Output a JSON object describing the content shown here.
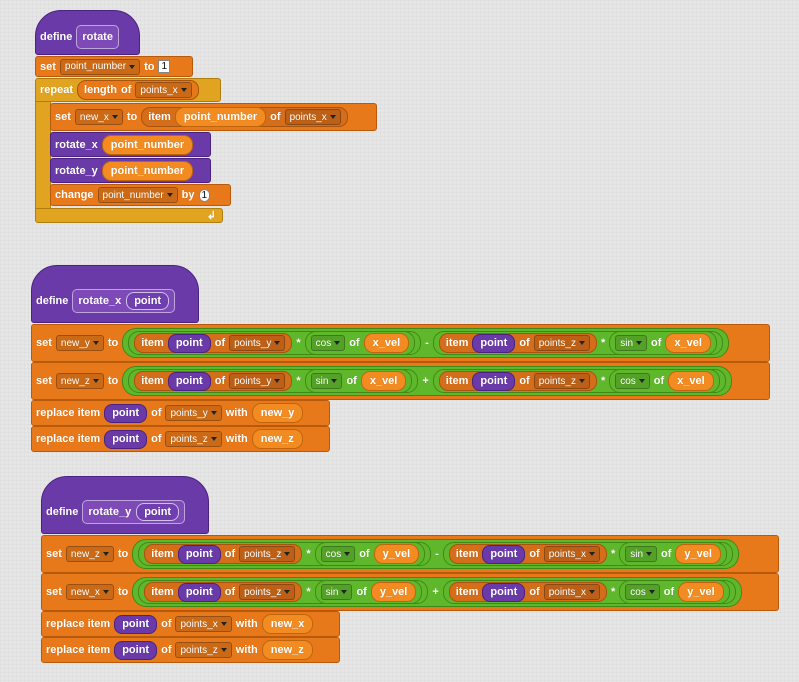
{
  "colors": {
    "motion_orange": "#e8791a",
    "custom_purple": "#6a3aa8",
    "control_gold": "#e0a420",
    "operator_green": "#5fb82c",
    "canvas": "#e6e6e6"
  },
  "kw": {
    "define": "define",
    "set": "set",
    "to": "to",
    "repeat": "repeat",
    "length": "length",
    "of": "of",
    "item": "item",
    "change": "change",
    "by": "by",
    "replace_item": "replace item",
    "with": "with",
    "cos": "cos",
    "sin": "sin",
    "minus": "-",
    "plus": "+",
    "times": "*",
    "one": "1"
  },
  "s1": {
    "name": "rotate",
    "var_point_number": "point_number",
    "list_points_x": "points_x",
    "var_new_x": "new_x",
    "call_rotate_x": "rotate_x",
    "call_rotate_y": "rotate_y",
    "loop_arrow": "↲"
  },
  "s2": {
    "name": "rotate_x",
    "param": "point",
    "var_new_y": "new_y",
    "var_new_z": "new_z",
    "list_points_y": "points_y",
    "list_points_z": "points_z",
    "var_x_vel": "x_vel"
  },
  "s3": {
    "name": "rotate_y",
    "param": "point",
    "var_new_z": "new_z",
    "var_new_x": "new_x",
    "list_points_z": "points_z",
    "list_points_x": "points_x",
    "var_y_vel": "y_vel"
  }
}
